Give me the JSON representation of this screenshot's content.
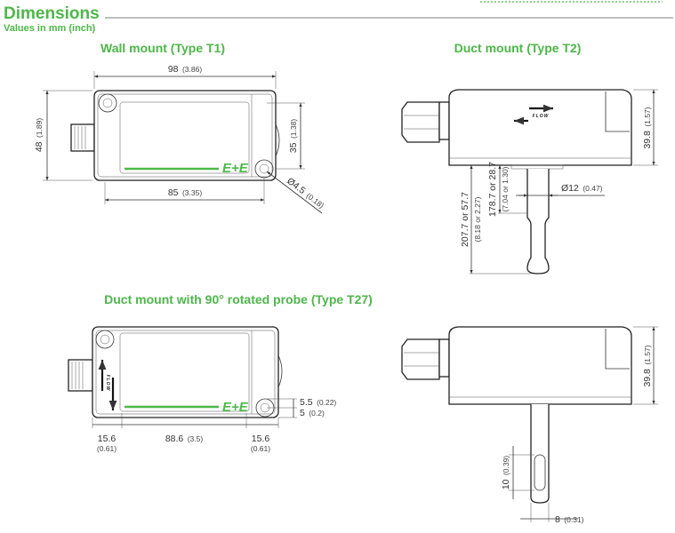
{
  "header": {
    "title": "Dimensions",
    "subtitle": "Values in mm (inch)"
  },
  "colors": {
    "accent": "#4cb848"
  },
  "t1": {
    "title": "Wall mount (Type T1)",
    "width": "98",
    "width_in": "(3.86)",
    "height": "48",
    "height_in": "(1.89)",
    "hole_spacing_v": "35",
    "hole_spacing_v_in": "(1.38)",
    "hole_spacing_h": "85",
    "hole_spacing_h_in": "(3.35)",
    "hole_dia": "Ø4.5",
    "hole_dia_in": "(0.18)",
    "logo": "E+E"
  },
  "t2": {
    "title": "Duct mount (Type T2)",
    "flow": "FLOW",
    "height": "39.8",
    "height_in": "(1.57)",
    "probe_total": "207.7 or 57.7",
    "probe_total_in": "(8.18 or 2.27)",
    "probe_len": "178.7 or 28.7",
    "probe_len_in": "(7.04 or 1.30)",
    "probe_dia": "Ø12",
    "probe_dia_in": "(0.47)"
  },
  "t27": {
    "title": "Duct mount with 90° rotated probe (Type T27)",
    "flow": "FLOW",
    "left": "15.6",
    "left_in": "(0.61)",
    "middle": "88.6",
    "middle_in": "(3.5)",
    "right": "15.6",
    "right_in": "(0.61)",
    "offset1": "5.5",
    "offset1_in": "(0.22)",
    "offset2": "5",
    "offset2_in": "(0.2)",
    "logo": "E+E",
    "height": "39.8",
    "height_in": "(1.57)",
    "slot": "10",
    "slot_in": "(0.39)",
    "probe_w": "8",
    "probe_w_in": "(0.31)"
  }
}
